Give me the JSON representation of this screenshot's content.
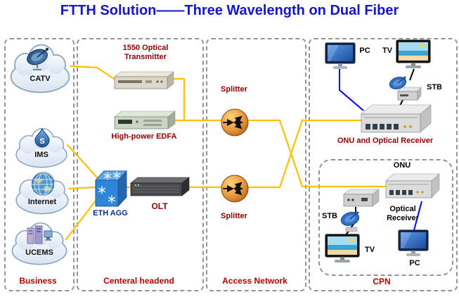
{
  "title": "FTTH Solution——Three Wavelength on Dual Fiber",
  "colors": {
    "title_blue": "#1515cd",
    "caption_red": "#8f0000",
    "section_red": "#b40000",
    "eth_label_navy": "#003087",
    "wire_yellow": "#ffc000",
    "wire_blue": "#0000f0",
    "wire_black": "#000000"
  },
  "business": {
    "label": "Business",
    "ims_icon_letter": "S",
    "clouds": [
      {
        "label": "CATV",
        "icon": "satellite-dish-icon"
      },
      {
        "label": "IMS",
        "icon": "ims-drop-icon"
      },
      {
        "label": "Internet",
        "icon": "globe-icon"
      },
      {
        "label": "UCEMS",
        "icon": "servers-icon"
      }
    ]
  },
  "headend": {
    "label": "Centeral headend",
    "transmitter": "1550 Optical Transmitter",
    "edfa": "High-power EDFA",
    "eth_agg": "ETH AGG",
    "olt": "OLT"
  },
  "access": {
    "label": "Access Network",
    "splitter_top": "Splitter",
    "splitter_bottom": "Splitter"
  },
  "cpn_region": {
    "label": "CPN",
    "top_group": {
      "pc": "PC",
      "tv": "TV",
      "stb": "STB",
      "onu_caption": "ONU and Optical Receiver"
    },
    "home_group": {
      "onu": "ONU",
      "receiver": "Optical Receiver",
      "stb": "STB",
      "tv": "TV",
      "pc": "PC"
    }
  }
}
